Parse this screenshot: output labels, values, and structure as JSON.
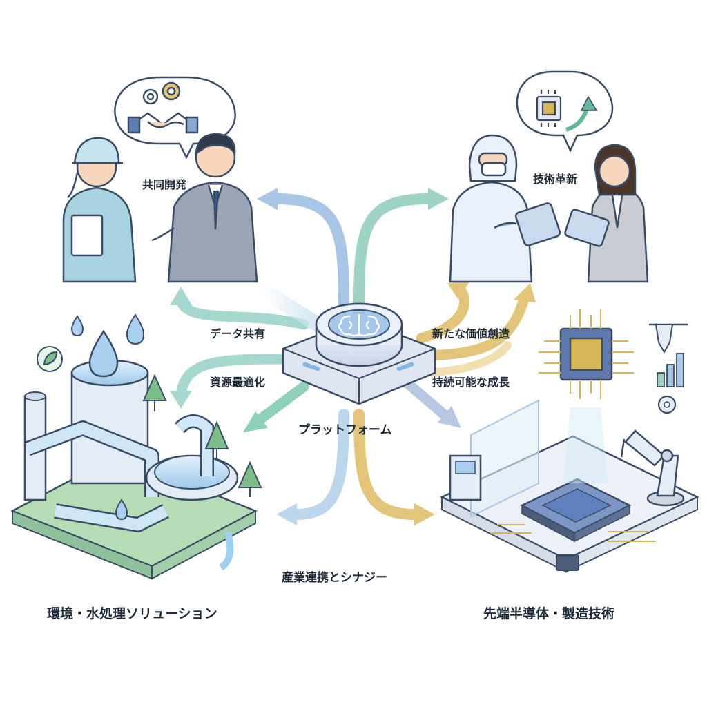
{
  "hub": {
    "label": "プラットフォーム"
  },
  "collaboration": {
    "label": "共同開発"
  },
  "innovation": {
    "label": "技術革新"
  },
  "flows": {
    "data_sharing": "データ共有",
    "resource_optimization": "資源最適化",
    "new_value_creation": "新たな価値創造",
    "sustainable_growth": "持続可能な成長",
    "industry_synergy": "産業連携とシナジー"
  },
  "sectors": {
    "environment_water": "環境・水処理ソリューション",
    "semiconductor_manufacturing": "先端半導体・製造技術"
  },
  "colors": {
    "blue": "#a9c6e6",
    "teal": "#9fd3c6",
    "gold": "#e2c47a",
    "outline": "#3a4b66",
    "hub_face": "#dfe9f7",
    "chip_gold": "#d7b658"
  },
  "icons": [
    "brain-icon",
    "gear-icon",
    "handshake-icon",
    "chip-icon",
    "growth-arrow-icon",
    "water-drop-icon",
    "leaf-icon",
    "robot-arm-icon",
    "bar-chart-icon"
  ]
}
